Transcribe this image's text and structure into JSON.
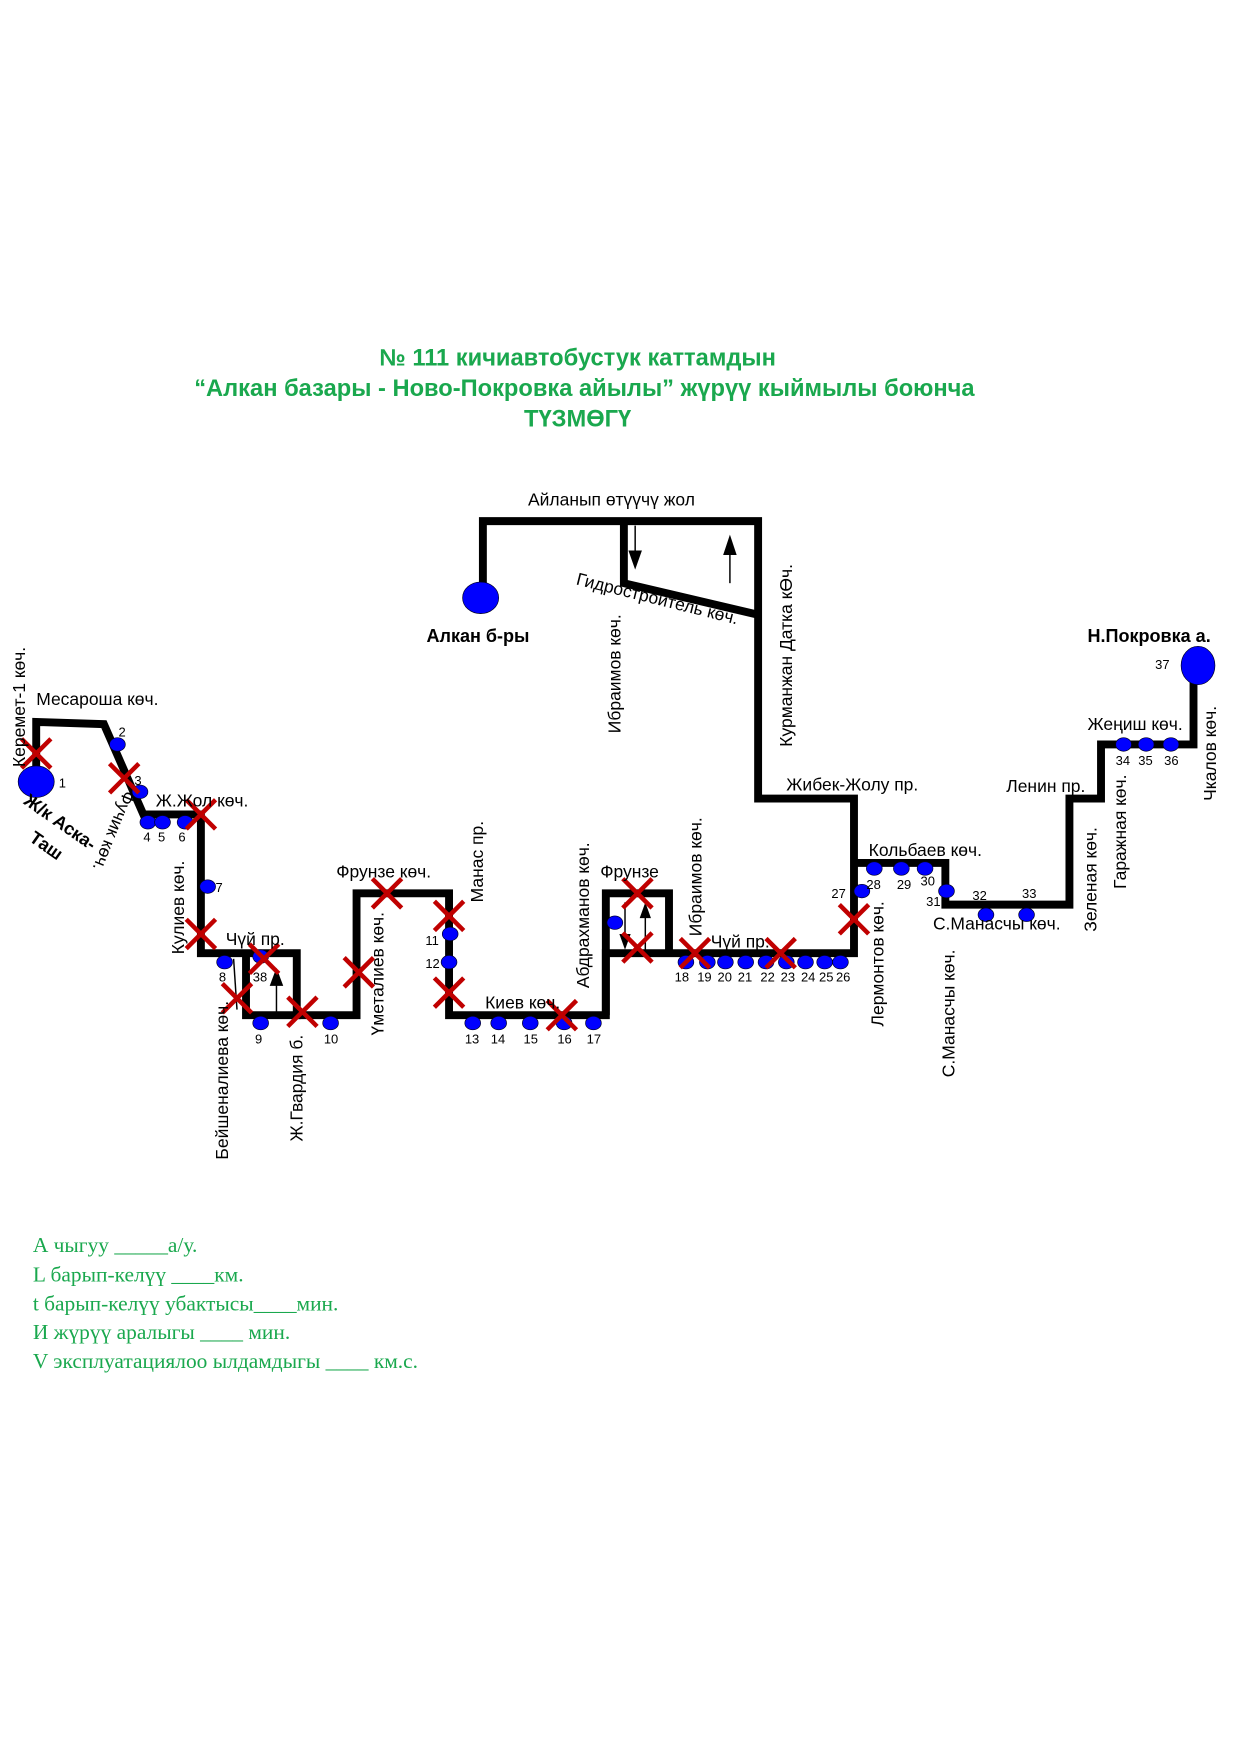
{
  "title": {
    "line1": "№ 111  кичиавтобустук каттамдын",
    "line2": "“Алкан базары - Ново-Покровка айылы” жүрүү кыймылы боюнча",
    "line3": "ТҮЗМӨГҮ"
  },
  "terminals": {
    "start": "Ж/к Аска-",
    "start2": "Таш",
    "alkan": "Алкан б-ры",
    "end": "Н.Покровка а."
  },
  "streets": {
    "keremet": "Керемет-1  көч.",
    "mesarosha": "Месароша көч.",
    "fuchik": "Фучик көч.",
    "zhzhol": "Ж.Жол көч.",
    "kuliev": "Кулиев көч.",
    "chuy1": "Чүй пр.",
    "beishenalieva": "Бейшеналиева көч.",
    "zhgvardia": "Ж.Гвардия б.",
    "umetaliev": "Үметалиев көч.",
    "frunze1": "Фрунзе көч.",
    "manas": "Манас пр.",
    "kiev": "Киев  көч.",
    "abdrakhmanov": "Абдрахманов көч.",
    "frunze2": "Фрунзе",
    "ibraimov1": "Ибраимов көч.",
    "chuy2": "Чүй пр.",
    "ailanyp": "Айланып өтүүчү жол",
    "gidrostroitel": "Гидростроитель көч.",
    "ibraimov2": "Ибраимов көч.",
    "kurmanzhan": "Курманжан Датка кӨч.",
    "zhibek": "Жибек-Жолу пр.",
    "lermontov": "Лермонтов көч.",
    "kolbaev": "Кольбаев көч.",
    "smanaschy_h": "С.Манасчы көч.",
    "smanaschy_v": "С.Манасчы көч.",
    "lenin": "Ленин пр.",
    "zelenaya": "Зеленая көч.",
    "garazhnaya": "Гаражная көч.",
    "zhenish": "Жеңиш көч.",
    "chkalov": "Чкалов көч."
  },
  "stops": [
    "1",
    "2",
    "3",
    "4",
    "5",
    "6",
    "7",
    "8",
    "9",
    "10",
    "11",
    "12",
    "13",
    "14",
    "15",
    "16",
    "17",
    "18",
    "19",
    "20",
    "21",
    "22",
    "23",
    "24",
    "25",
    "26",
    "27",
    "28",
    "29",
    "30",
    "31",
    "32",
    "33",
    "34",
    "35",
    "36",
    "37",
    "38"
  ],
  "form": {
    "line1": "А чыгуу    _____а/у.",
    "line2": "L барып-келүү  ____км.",
    "line3": "t барып-келүү убактысы____мин.",
    "line4": "И жүрүү аралыгы ____      мин.",
    "line5": "V эксплуатациялоо ылдамдыгы ____ км.с."
  },
  "colors": {
    "title": "#1aa84e",
    "stop": "#0000ff",
    "closed": "#c00000",
    "road": "#000000"
  }
}
